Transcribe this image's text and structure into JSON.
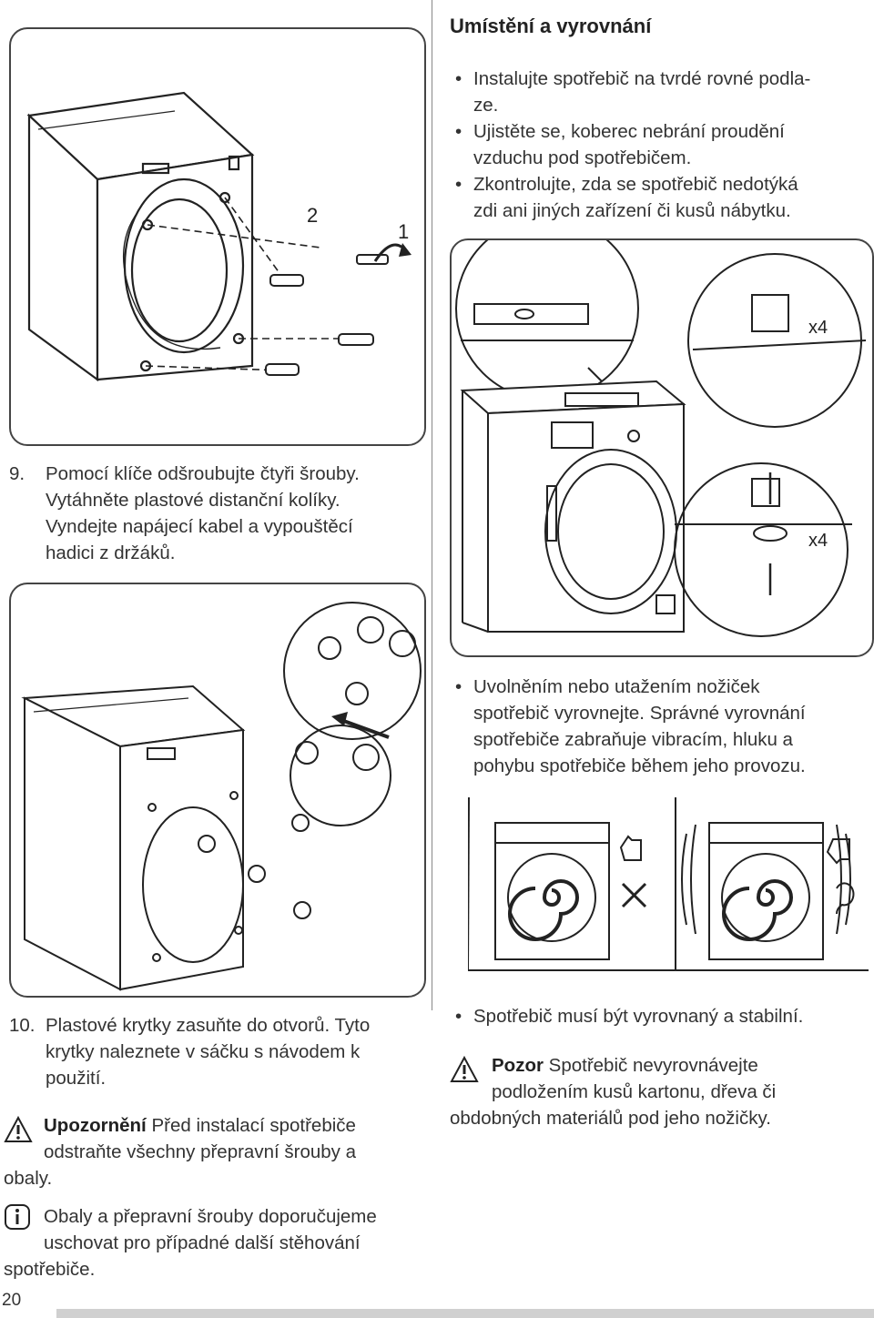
{
  "section": {
    "title": "Umístění a vyrovnání",
    "bullets": [
      "Instalujte spotřebič na tvrdé rovné podla-",
      "ze.",
      "Ujistěte se, koberec nebrání proudění",
      "vzduchu pod spotřebičem.",
      "Zkontrolujte, zda se spotřebič nedotýká",
      "zdi ani jiných zařízení či kusů nábytku."
    ]
  },
  "figure1": {
    "label_2": "2",
    "label_1": "1"
  },
  "figure_level": {
    "x4_top": "x4",
    "x4_bottom": "x4"
  },
  "step9": {
    "number": "9.",
    "lines": [
      "Pomocí klíče odšroubujte čtyři šrouby.",
      "Vytáhněte plastové distanční kolíky.",
      "Vyndejte napájecí kabel a vypouštěcí",
      "hadici z držáků."
    ]
  },
  "level_bullets": [
    "Uvolněním nebo utažením nožiček",
    "spotřebič vyrovnejte. Správné vyrovnání",
    "spotřebiče zabraňuje vibracím, hluku a",
    "pohybu spotřebiče během jeho provozu."
  ],
  "step10": {
    "number": "10.",
    "lines": [
      "Plastové krytky zasuňte do otvorů. Tyto",
      "krytky naleznete v sáčku s návodem k",
      "použití."
    ]
  },
  "warning": {
    "label": "Upozornění",
    "line1": " Před instalací spotřebiče",
    "line2": "odstraňte všechny přepravní šrouby a",
    "line3": "obaly."
  },
  "info": {
    "line1": "Obaly a přepravní šrouby doporučujeme",
    "line2": "uschovat pro případné další stěhování",
    "line3": "spotřebiče."
  },
  "stable_bullet": "Spotřebič musí být vyrovnaný a stabilní.",
  "caution": {
    "label": "Pozor",
    "line1": " Spotřebič nevyrovnávejte",
    "line2": "podložením kusů kartonu, dřeva či",
    "line3": "obdobných materiálů pod jeho nožičky."
  },
  "page_number": "20"
}
